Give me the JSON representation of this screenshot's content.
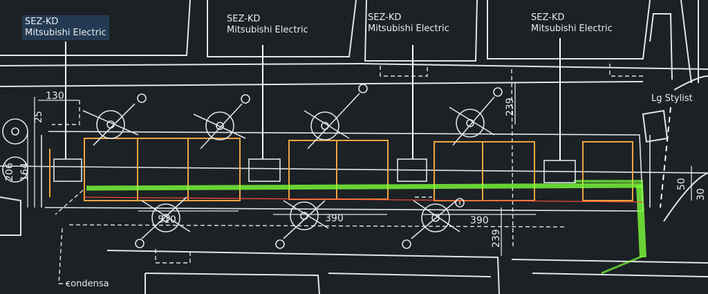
{
  "callouts": [
    {
      "line1": "SEZ-KD",
      "line2": "Mitsubishi Electric"
    },
    {
      "line1": "SEZ-KD",
      "line2": "Mitsubishi Electric"
    },
    {
      "line1": "SEZ-KD",
      "line2": "Mitsubishi Electric"
    },
    {
      "line1": "SEZ-KD",
      "line2": "Mitsubishi Electric"
    }
  ],
  "lg_label": "Lg Stylist",
  "condensa_label": "condensa",
  "dimensions": {
    "d130": "130",
    "d25": "25",
    "d206": "206",
    "d164": "164",
    "d510": "510",
    "d390a": "390",
    "d390b": "390",
    "d239a": "239",
    "d239b": "239",
    "d50": "50",
    "d30": "30"
  },
  "colors": {
    "background": "#1c2125",
    "linework": "#dfe6ec",
    "ducts": "#f0a640",
    "pipe": "#7dff3a"
  }
}
